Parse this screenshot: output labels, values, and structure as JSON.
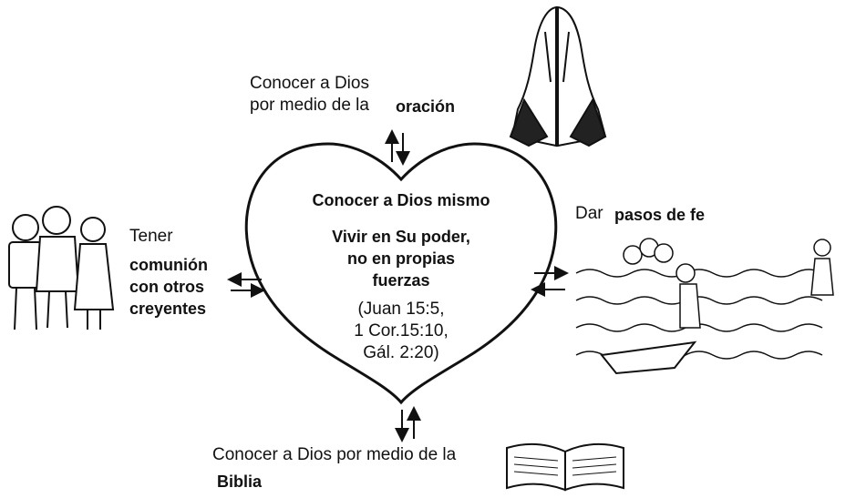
{
  "heart": {
    "title": "Conocer a Dios mismo",
    "line1": "Vivir en Su poder,",
    "line2": "no en propias",
    "line3": "fuerzas",
    "ref1": "(Juan 15:5,",
    "ref2": "1 Cor.15:10,",
    "ref3": "Gál. 2:20)"
  },
  "top": {
    "line1": "Conocer a Dios",
    "line2_prefix": "por medio de la",
    "line2_bold": "oración"
  },
  "left": {
    "line1": "Tener",
    "line2": "comunión",
    "line3": "con otros",
    "line4": "creyentes"
  },
  "right": {
    "prefix": "Dar",
    "bold": "pasos de fe"
  },
  "bottom": {
    "line1": "Conocer a Dios por medio de la",
    "line2": "Biblia"
  },
  "icons": {
    "top": "praying-hands-icon",
    "left": "children-group-icon",
    "right": "walking-on-water-icon",
    "bottom": "open-bible-icon"
  }
}
